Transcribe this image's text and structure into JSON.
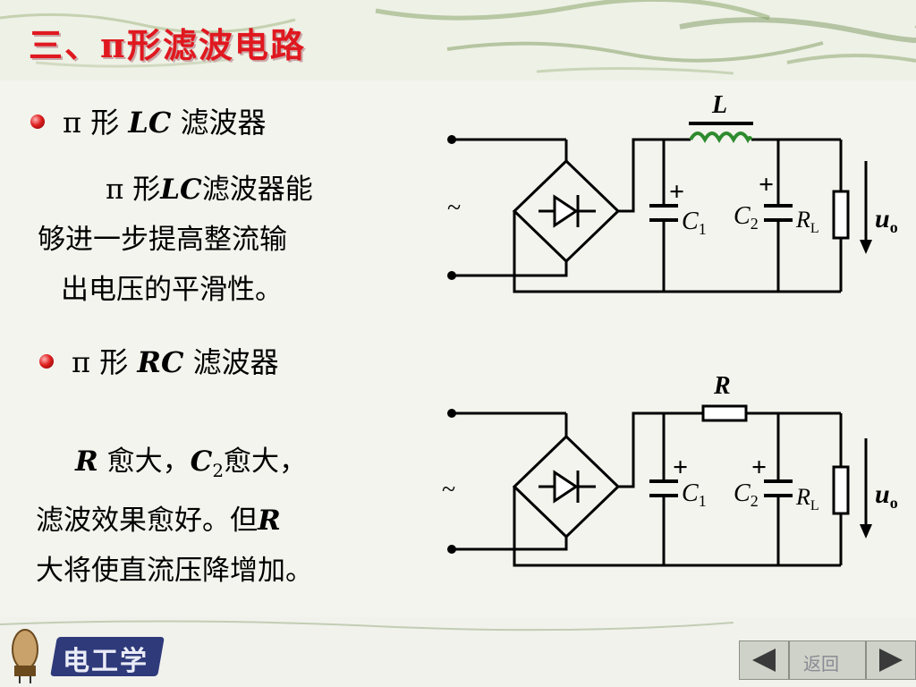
{
  "slide": {
    "title": "三、π形滤波电路",
    "section1": {
      "heading_pre": "π 形 ",
      "heading_em": "LC",
      "heading_post": " 滤波器",
      "para_line1_pre": "π 形",
      "para_line1_em": "LC",
      "para_line1_post": "滤波器能",
      "para_line2": "够进一步提高整流输",
      "para_line3": "出电压的平滑性。"
    },
    "section2": {
      "heading_pre": "π 形 ",
      "heading_em": "RC",
      "heading_post": " 滤波器",
      "para_line1_a": "R",
      "para_line1_b": " 愈大，",
      "para_line1_c": "C",
      "para_line1_sub": "2",
      "para_line1_d": "愈大，",
      "para_line2_a": "滤波效果愈好。但",
      "para_line2_b": "R",
      "para_line3": "大将使直流压降增加。"
    }
  },
  "circuit_lc": {
    "inductor_label": "L",
    "ac_symbol": "~",
    "c1_label": "C",
    "c1_sub": "1",
    "c2_label": "C",
    "c2_sub": "2",
    "plus1": "+",
    "plus2": "+",
    "rl_label": "R",
    "rl_sub": "L",
    "uo_label": "u",
    "uo_sub": "o"
  },
  "circuit_rc": {
    "resistor_label": "R",
    "ac_symbol": "~",
    "c1_label": "C",
    "c1_sub": "1",
    "c2_label": "C",
    "c2_sub": "2",
    "plus1": "+",
    "plus2": "+",
    "rl_label": "R",
    "rl_sub": "L",
    "uo_label": "u",
    "uo_sub": "o"
  },
  "footer": {
    "logo_text": "电工学",
    "back_label": "返回",
    "prev_icon": "triangle-left-icon",
    "next_icon": "triangle-right-icon"
  },
  "colors": {
    "title": "#e0181f",
    "bullet": "#e02020",
    "inductor": "#2e8b2e",
    "wire": "#000000"
  }
}
